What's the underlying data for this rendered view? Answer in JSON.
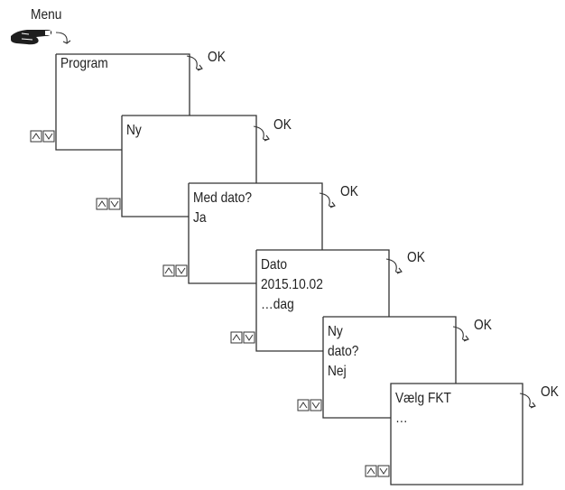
{
  "menu_label": "Menu",
  "ok_label": "OK",
  "screens": [
    {
      "lines": [
        "Program"
      ]
    },
    {
      "lines": [
        "Ny"
      ]
    },
    {
      "lines": [
        "Med dato?",
        "Ja"
      ]
    },
    {
      "lines": [
        "Dato",
        "2015.10.02",
        "…dag"
      ]
    },
    {
      "lines": [
        "Ny",
        "dato?",
        "Nej"
      ]
    },
    {
      "lines": [
        "Vælg FKT",
        "…"
      ]
    }
  ],
  "icons": {
    "hand": "pointing-hand-icon",
    "up": "arrow-up-icon",
    "down": "arrow-down-icon",
    "next": "curved-arrow-icon"
  }
}
